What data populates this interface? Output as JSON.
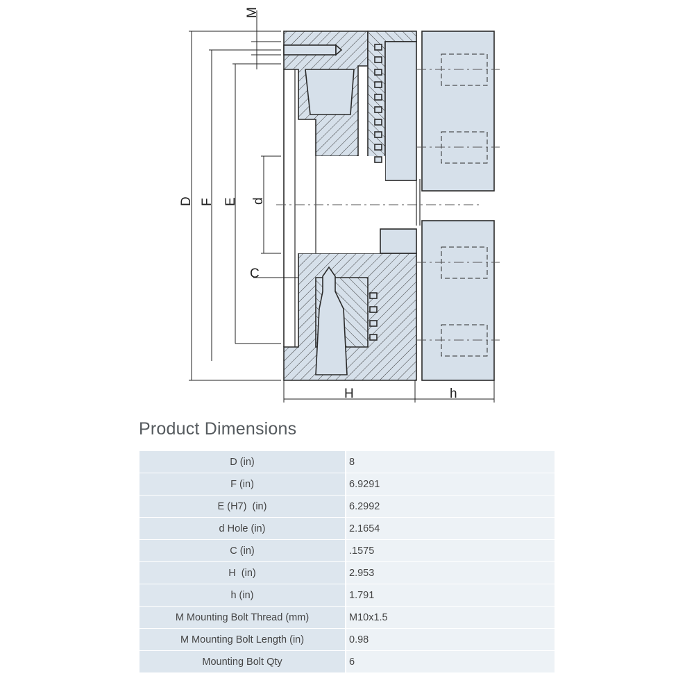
{
  "drawing": {
    "labels": {
      "M": "M",
      "D": "D",
      "F": "F",
      "E": "E",
      "d": "d",
      "C": "C",
      "H": "H",
      "h": "h"
    }
  },
  "section_title": "Product Dimensions",
  "table": {
    "rows": [
      {
        "label": "D (in)",
        "value": "8"
      },
      {
        "label": "F (in)",
        "value": "6.9291"
      },
      {
        "label": "E (H7)  (in)",
        "value": "6.2992"
      },
      {
        "label": "d Hole (in)",
        "value": "2.1654"
      },
      {
        "label": "C (in)",
        "value": ".1575"
      },
      {
        "label": "H  (in)",
        "value": "2.953"
      },
      {
        "label": "h (in)",
        "value": "1.791"
      },
      {
        "label": "M Mounting Bolt Thread (mm)",
        "value": "M10x1.5"
      },
      {
        "label": "M Mounting Bolt Length (in)",
        "value": "0.98"
      },
      {
        "label": "Mounting Bolt Qty",
        "value": "6"
      }
    ]
  },
  "colors": {
    "part_fill": "#d6e0ea",
    "outline": "#2a2a2a",
    "table_label_bg": "#dde6ee",
    "table_value_bg": "#edf2f6"
  }
}
